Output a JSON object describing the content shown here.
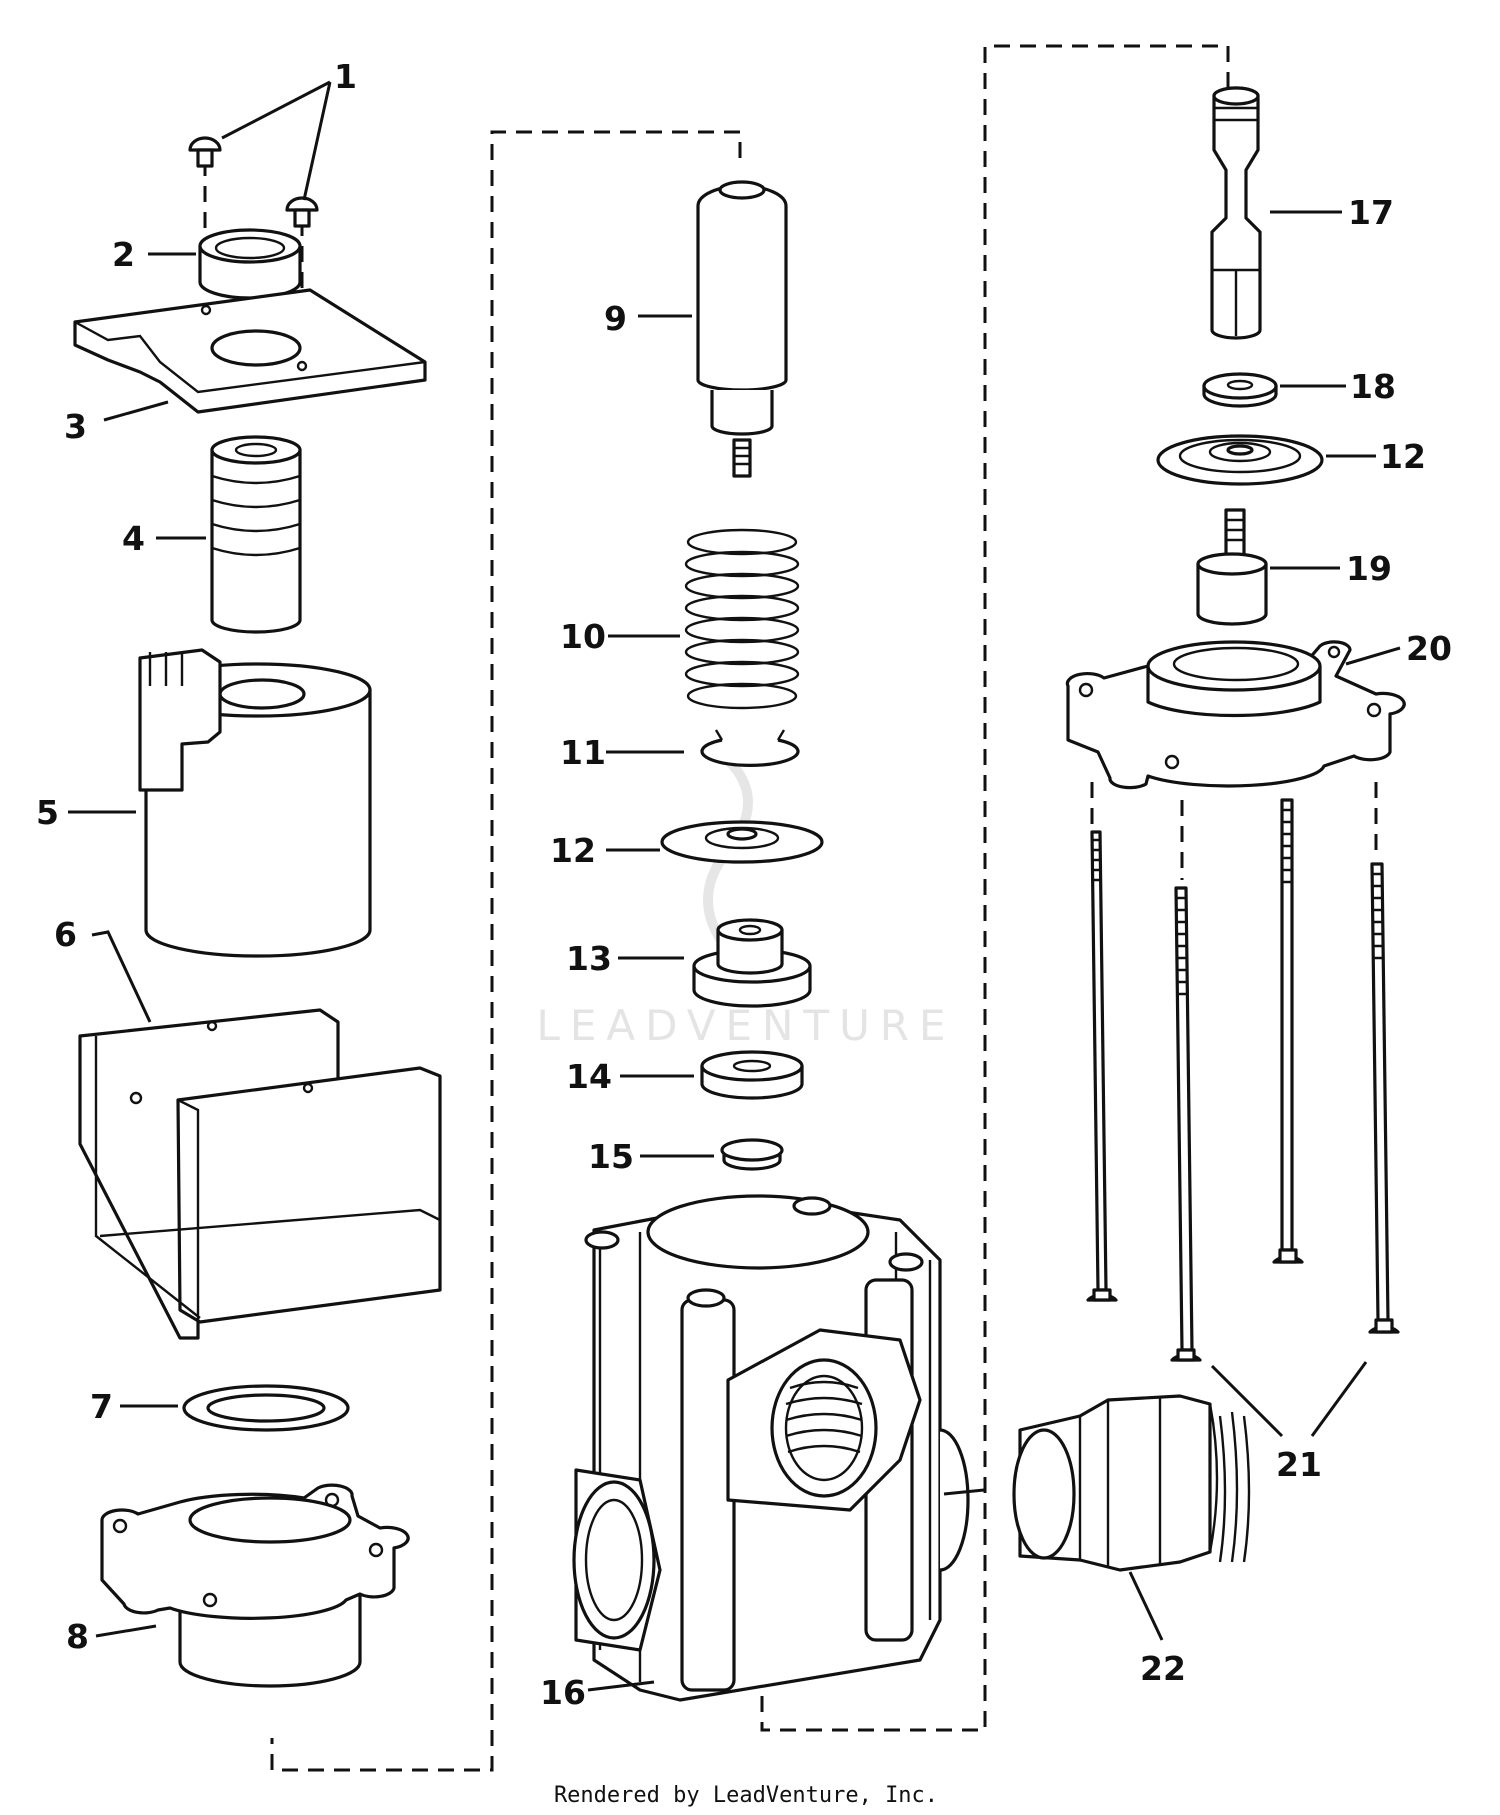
{
  "diagram": {
    "callouts": [
      {
        "id": "c1",
        "label": "1"
      },
      {
        "id": "c2",
        "label": "2"
      },
      {
        "id": "c3",
        "label": "3"
      },
      {
        "id": "c4",
        "label": "4"
      },
      {
        "id": "c5",
        "label": "5"
      },
      {
        "id": "c6",
        "label": "6"
      },
      {
        "id": "c7",
        "label": "7"
      },
      {
        "id": "c8",
        "label": "8"
      },
      {
        "id": "c9",
        "label": "9"
      },
      {
        "id": "c10",
        "label": "10"
      },
      {
        "id": "c11",
        "label": "11"
      },
      {
        "id": "c12a",
        "label": "12"
      },
      {
        "id": "c13",
        "label": "13"
      },
      {
        "id": "c14",
        "label": "14"
      },
      {
        "id": "c15",
        "label": "15"
      },
      {
        "id": "c16",
        "label": "16"
      },
      {
        "id": "c17",
        "label": "17"
      },
      {
        "id": "c18",
        "label": "18"
      },
      {
        "id": "c12b",
        "label": "12"
      },
      {
        "id": "c19",
        "label": "19"
      },
      {
        "id": "c20",
        "label": "20"
      },
      {
        "id": "c21",
        "label": "21"
      },
      {
        "id": "c22",
        "label": "22"
      }
    ],
    "watermark": "LEADVENTURE",
    "credit": "Rendered by LeadVenture, Inc."
  }
}
